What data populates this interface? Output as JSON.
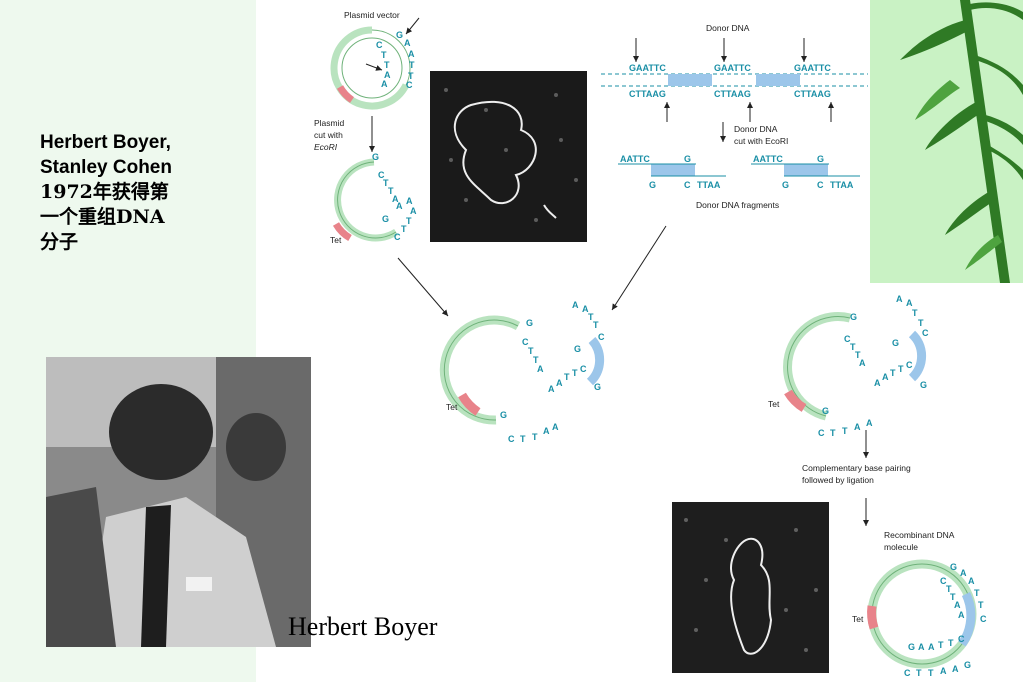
{
  "slide": {
    "title_line1": "Herbert Boyer,",
    "title_line2": "Stanley Cohen",
    "title_line3": "1972年获得第",
    "title_line4": "一个重组DNA",
    "title_line5": "分子",
    "photo_caption": "Herbert Boyer"
  },
  "diagram": {
    "plasmid_vector_label": "Plasmid vector",
    "plasmid_cut_label": [
      "Plasmid",
      "cut with",
      "EcoRI"
    ],
    "donor_dna_label": "Donor DNA",
    "donor_cut_label": [
      "Donor DNA",
      "cut with EcoRI"
    ],
    "donor_fragments_label": "Donor DNA fragments",
    "tet_label": "Tet",
    "complementary_label": [
      "Complementary base pairing",
      "followed by ligation"
    ],
    "recombinant_label": [
      "Recombinant DNA",
      "molecule"
    ],
    "site_top": "GAATTC",
    "site_bottom": "CTTAAG",
    "frag_top": "AATTC",
    "frag_g": "G",
    "frag_bottom_g": "G",
    "frag_bottom_c": "C",
    "frag_bottom_ttaa": "TTAA"
  },
  "colors": {
    "plasmid_green": "#b9e3bf",
    "plasmid_outline": "#6fb27a",
    "tet_red": "#e8838a",
    "donor_blue": "#9cc6ea",
    "base_teal": "#1a8fa6",
    "left_band": "#eef9ee",
    "bamboo_bg": "#c9f2c4"
  }
}
